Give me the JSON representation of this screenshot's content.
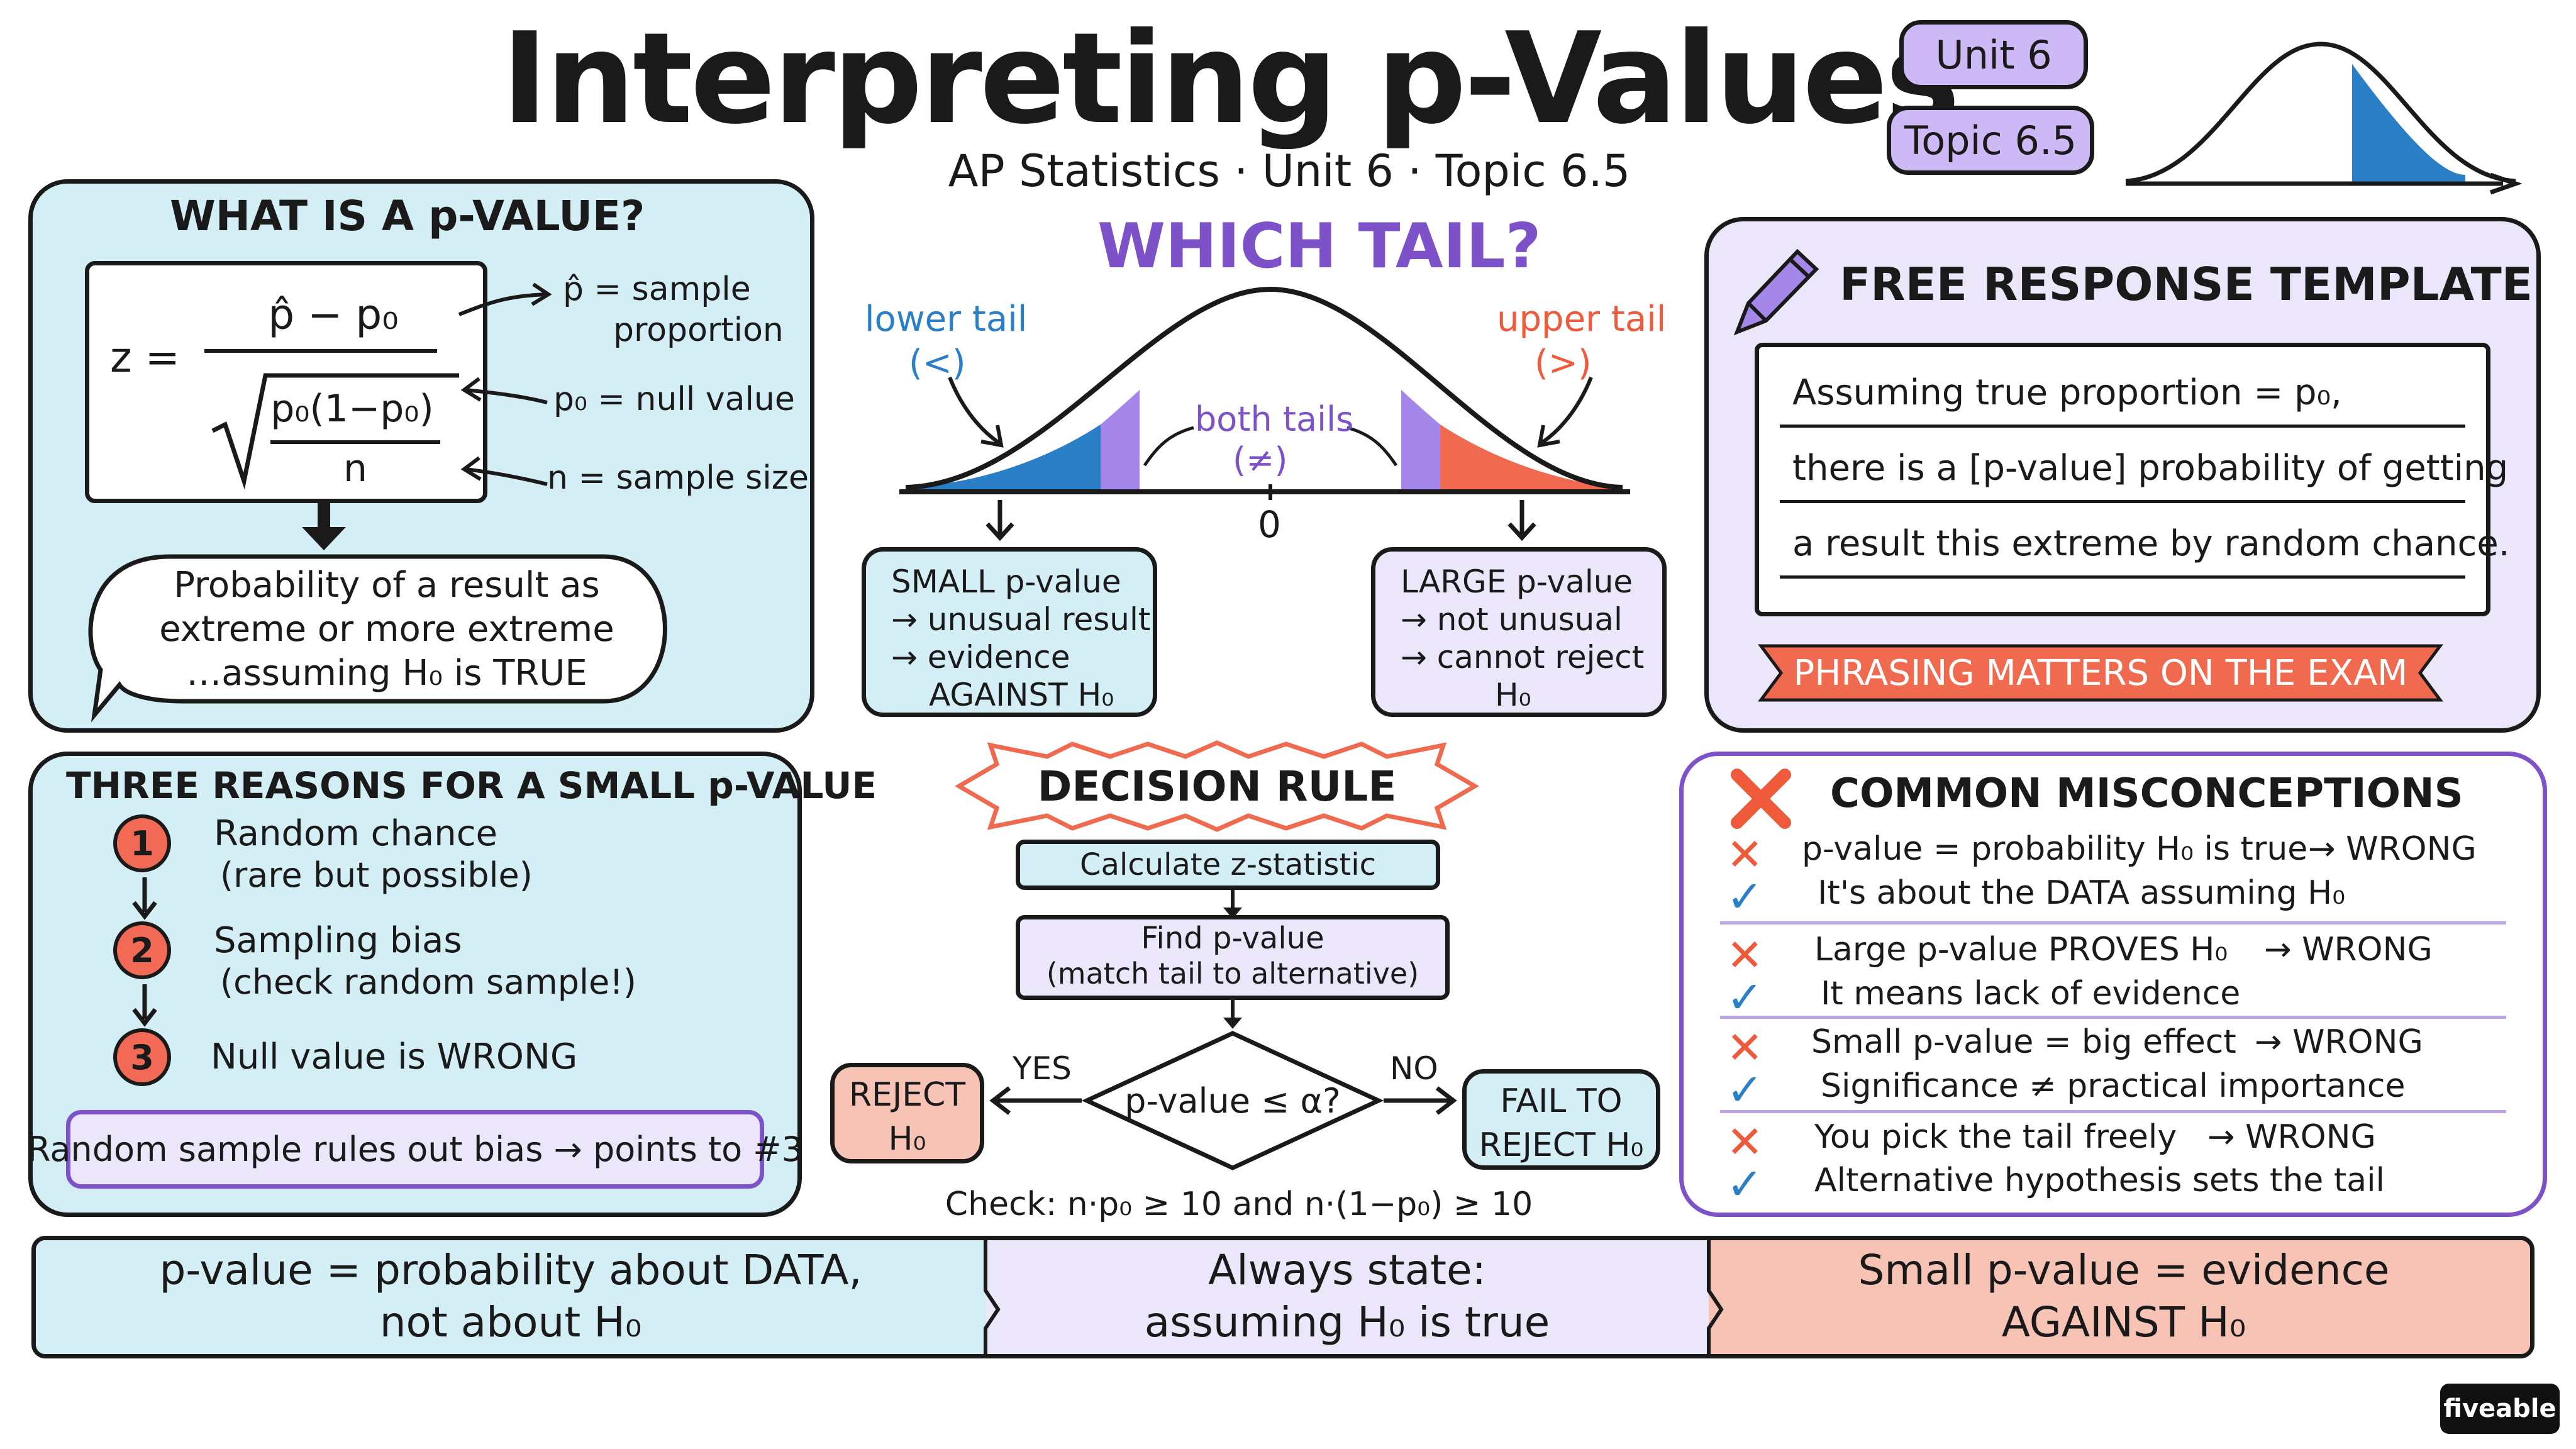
{
  "header": {
    "title": "Interpreting p-Values",
    "subtitle": "AP Statistics · Unit 6 · Topic 6.5",
    "unit_badge": "Unit 6",
    "topic_badge": "Topic 6.5"
  },
  "colors": {
    "blue_panel": "#d3eef5",
    "lavender_panel": "#ece6fb",
    "salmon_panel": "#f6c3b5",
    "purple_accent": "#7d52c9",
    "red_accent": "#ef5a3c",
    "blue_accent": "#2a7fc6"
  },
  "what_is": {
    "heading": "WHAT IS A p-VALUE?",
    "formula_lhs": "z =",
    "numerator": "p̂ − p₀",
    "denominator_top": "p₀(1−p₀)",
    "denominator_bottom": "n",
    "legend": [
      {
        "symbol": "p̂ = sample",
        "extra": "proportion"
      },
      {
        "symbol": "p₀ = null value"
      },
      {
        "symbol": "n = sample size"
      }
    ],
    "bubble": [
      "Probability of a result as",
      "extreme or more extreme",
      "…assuming H₀ is TRUE"
    ]
  },
  "which_tail": {
    "heading": "WHICH TAIL?",
    "lower_label": "lower tail",
    "lower_symbol": "(<)",
    "upper_label": "upper tail",
    "upper_symbol": "(>)",
    "both_label": "both tails",
    "both_symbol": "(≠)",
    "zero": "0",
    "small_box": [
      "SMALL p-value",
      "→ unusual result",
      "→ evidence",
      "AGAINST H₀"
    ],
    "large_box": [
      "LARGE p-value",
      "→ not unusual",
      "→ cannot reject",
      "H₀"
    ]
  },
  "free_response": {
    "heading": "FREE RESPONSE TEMPLATE",
    "lines": [
      "Assuming true proportion = p₀,",
      "there is a [p-value] probability of getting",
      "a result this extreme by random chance."
    ],
    "banner": "PHRASING MATTERS ON THE EXAM"
  },
  "three_reasons": {
    "heading": "THREE REASONS FOR A SMALL p-VALUE",
    "items": [
      {
        "num": "1",
        "title": "Random chance",
        "sub": "(rare but possible)"
      },
      {
        "num": "2",
        "title": "Sampling bias",
        "sub": "(check random sample!)"
      },
      {
        "num": "3",
        "title": "Null value is WRONG",
        "sub": ""
      }
    ],
    "note": "Random sample rules out bias → points to #3"
  },
  "decision": {
    "heading": "DECISION RULE",
    "step1": "Calculate z-statistic",
    "step2a": "Find p-value",
    "step2b": "(match tail to alternative)",
    "diamond": "p-value ≤ α?",
    "yes": "YES",
    "no": "NO",
    "reject": [
      "REJECT",
      "H₀"
    ],
    "fail": [
      "FAIL TO",
      "REJECT H₀"
    ],
    "check": "Check: n·p₀ ≥ 10 and n·(1−p₀) ≥ 10"
  },
  "misconceptions": {
    "heading": "COMMON MISCONCEPTIONS",
    "rows": [
      {
        "wrong": "p-value = probability H₀ is true",
        "verdict": "→ WRONG",
        "right": "It's about the DATA assuming H₀"
      },
      {
        "wrong": "Large p-value PROVES H₀",
        "verdict": "→ WRONG",
        "right": "It means lack of evidence"
      },
      {
        "wrong": "Small p-value = big effect",
        "verdict": "→ WRONG",
        "right": "Significance ≠ practical importance"
      },
      {
        "wrong": "You pick the tail freely",
        "verdict": "→ WRONG",
        "right": "Alternative hypothesis sets the tail"
      }
    ]
  },
  "footer": {
    "left": [
      "p-value = probability about DATA,",
      "not about H₀"
    ],
    "middle": [
      "Always state:",
      "assuming H₀ is true"
    ],
    "right": [
      "Small p-value = evidence",
      "AGAINST H₀"
    ]
  },
  "brand": "fiveable"
}
